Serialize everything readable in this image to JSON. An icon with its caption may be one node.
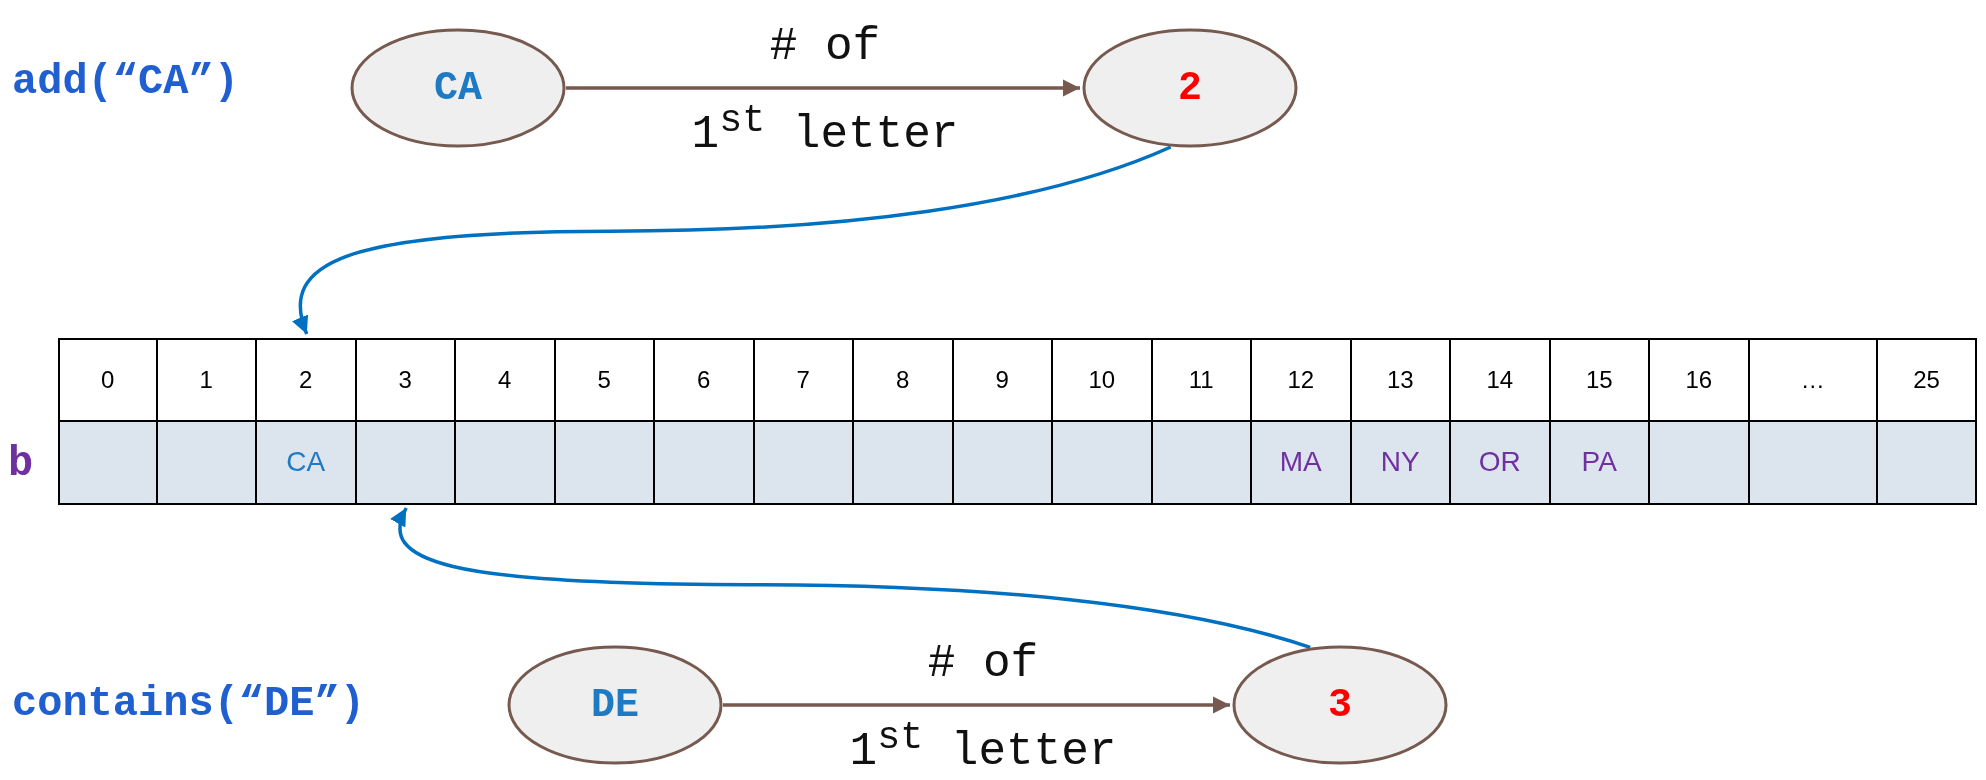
{
  "diagram": {
    "nodes": [
      {
        "text": [
          "CA"
        ]
      },
      {
        "text": [
          "2"
        ]
      },
      {
        "text": [
          "DE"
        ]
      },
      {
        "text": [
          "3"
        ]
      },
      {
        "text": [
          "0"
        ]
      },
      {
        "text": [
          "1"
        ]
      },
      {
        "text": [
          "2",
          "CA"
        ]
      },
      {
        "text": [
          "3"
        ]
      },
      {
        "text": [
          "4"
        ]
      },
      {
        "text": [
          "5"
        ]
      },
      {
        "text": [
          "6"
        ]
      },
      {
        "text": [
          "7"
        ]
      },
      {
        "text": [
          "8"
        ]
      },
      {
        "text": [
          "9"
        ]
      },
      {
        "text": [
          "10"
        ]
      },
      {
        "text": [
          "11"
        ]
      },
      {
        "text": [
          "12",
          "MA"
        ]
      },
      {
        "text": [
          "13",
          "NY"
        ]
      },
      {
        "text": [
          "14",
          "OR"
        ]
      },
      {
        "text": [
          "15",
          "PA"
        ]
      },
      {
        "text": [
          "16"
        ]
      },
      {
        "text": [
          "…"
        ]
      },
      {
        "text": [
          "25"
        ]
      }
    ],
    "edges": [
      {
        "from": 0,
        "to": 1,
        "arrow": "to",
        "label": "# of 1$^{st}$ letter",
        "color": "#76594f"
      },
      {
        "from": 1,
        "to": 6,
        "arrow": "to",
        "color": "#0070c0"
      },
      {
        "from": 2,
        "to": 3,
        "arrow": "to",
        "label": "# of 1$^{st}$ letter",
        "color": "#76594f"
      },
      {
        "from": 3,
        "to": 7,
        "arrow": "to",
        "color": "#0070c0"
      }
    ],
    "labels": [
      "add(“CA”)",
      "b",
      "contains(“DE”)"
    ]
  }
}
